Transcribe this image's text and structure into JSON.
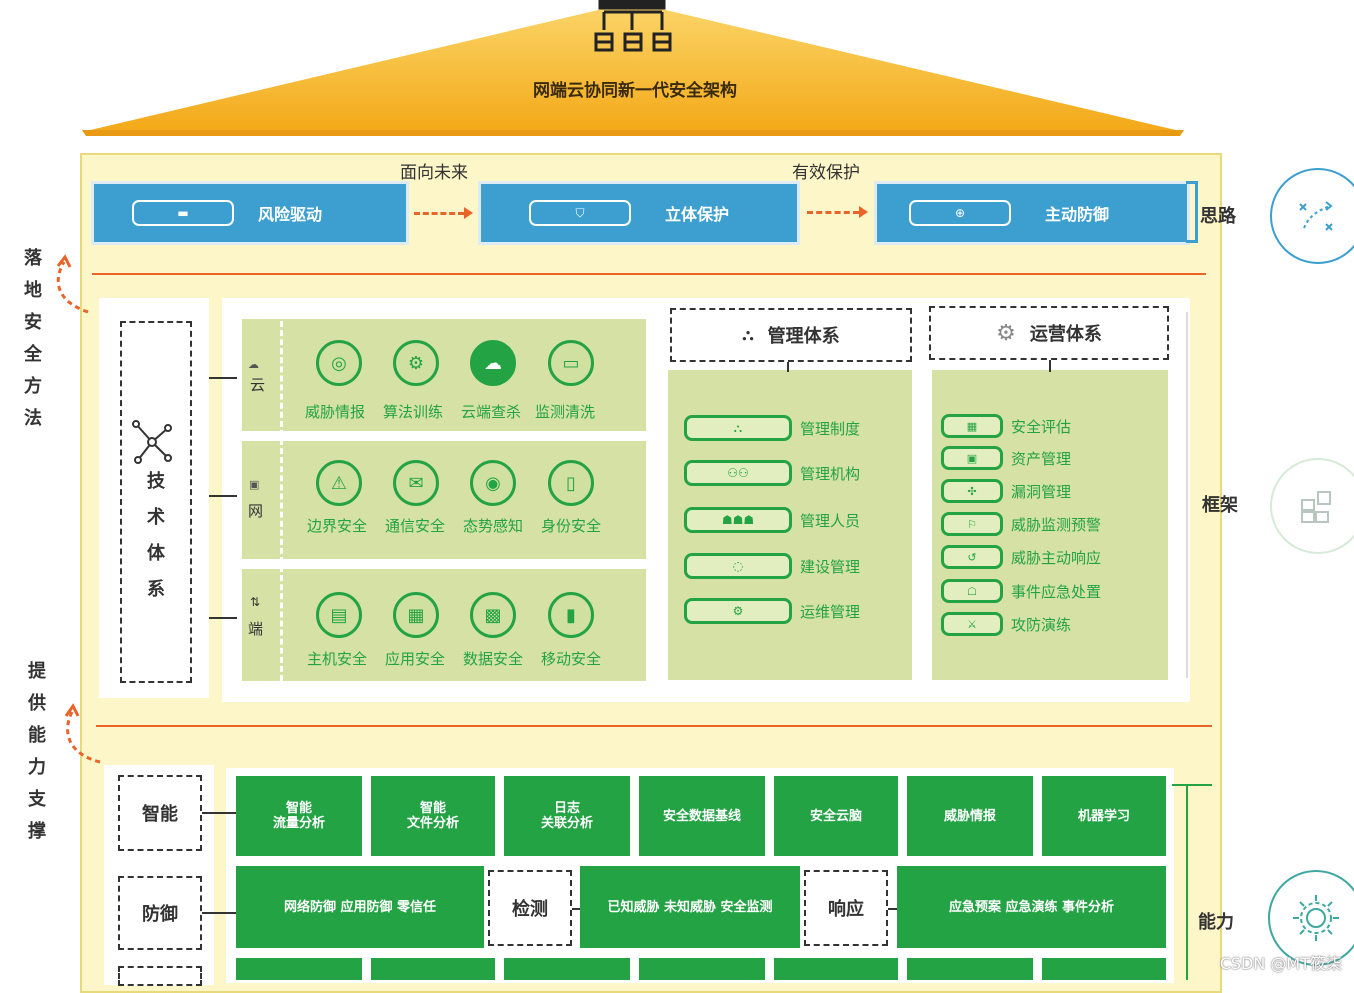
{
  "title": "网端云协同新一代安全架构",
  "top_labels": {
    "future": "面向未来",
    "protection": "有效保护"
  },
  "thinking": {
    "items": [
      {
        "label": "风险驱动"
      },
      {
        "label": "立体保护"
      },
      {
        "label": "主动防御"
      }
    ]
  },
  "left_labels": {
    "method": "落地安全方法",
    "support": "提供能力支撑"
  },
  "right_labels": {
    "thinking": "思路",
    "framework": "框架",
    "capability": "能力"
  },
  "tech": {
    "title": "技术体系",
    "rows": [
      {
        "name": "云",
        "items": [
          "威胁情报",
          "算法训练",
          "云端查杀",
          "监测清洗"
        ]
      },
      {
        "name": "网",
        "items": [
          "边界安全",
          "通信安全",
          "态势感知",
          "身份安全"
        ]
      },
      {
        "name": "端",
        "items": [
          "主机安全",
          "应用安全",
          "数据安全",
          "移动安全"
        ]
      }
    ]
  },
  "management": {
    "title": "管理体系",
    "items": [
      "管理制度",
      "管理机构",
      "管理人员",
      "建设管理",
      "运维管理"
    ]
  },
  "operations": {
    "title": "运营体系",
    "items": [
      "安全评估",
      "资产管理",
      "漏洞管理",
      "威胁监测预警",
      "威胁主动响应",
      "事件应急处置",
      "攻防演练"
    ]
  },
  "capability": {
    "intelligence": {
      "label": "智能",
      "cells": [
        "智能\n流量分析",
        "智能\n文件分析",
        "日志\n关联分析",
        "安全数据基线",
        "安全云脑",
        "威胁情报",
        "机器学习"
      ]
    },
    "defense": {
      "label": "防御",
      "cell": "网络防御  应用防御  零信任"
    },
    "detect": {
      "label": "检测",
      "cell": "已知威胁  未知威胁  安全监测"
    },
    "respond": {
      "label": "响应",
      "cell": "应急预案  应急演练  事件分析"
    }
  },
  "watermark": "CSDN @MT筱柒",
  "colors": {
    "roof": "#f4b02a",
    "blue": "#3d9fd0",
    "green": "#23a344",
    "light_green": "#d6e1a6",
    "cream": "#fdf6c8",
    "orange": "#e8642b"
  }
}
